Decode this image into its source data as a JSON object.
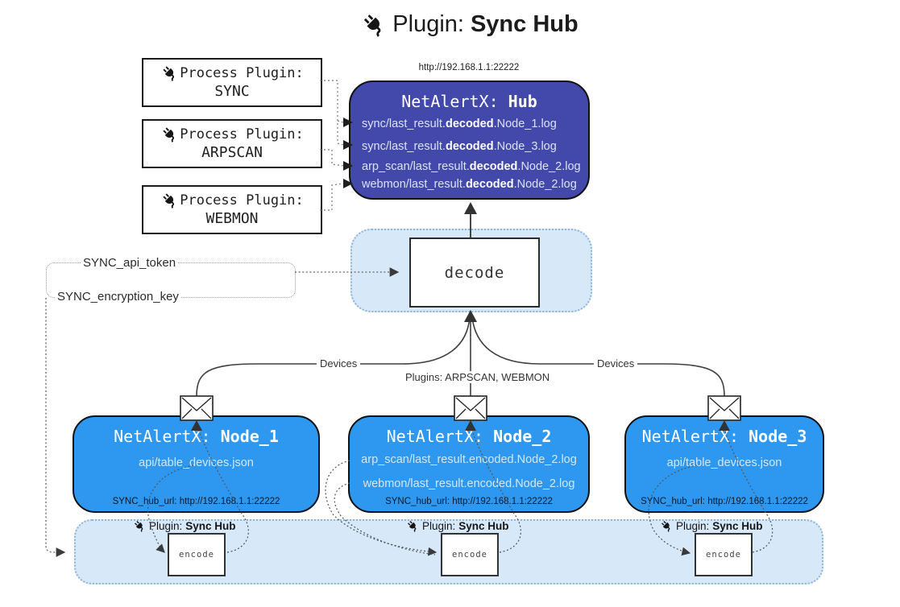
{
  "title": {
    "label": "Plugin:",
    "name": "Sync Hub"
  },
  "hub": {
    "url": "http://192.168.1.1:22222",
    "name_prefix": "NetAlertX:",
    "name": "Hub",
    "files": [
      {
        "pre": "sync/last_result.",
        "bold": "decoded",
        "post": ".Node_1.log"
      },
      {
        "pre": "sync/last_result.",
        "bold": "decoded",
        "post": ".Node_3.log"
      },
      {
        "pre": "arp_scan/last_result.",
        "bold": "decoded",
        "post": ".Node_2.log"
      },
      {
        "pre": "webmon/last_result.",
        "bold": "decoded",
        "post": ".Node_2.log"
      }
    ]
  },
  "process_plugins": [
    {
      "label": "Process Plugin:",
      "name": "SYNC"
    },
    {
      "label": "Process Plugin:",
      "name": "ARPSCAN"
    },
    {
      "label": "Process Plugin:",
      "name": "WEBMON"
    }
  ],
  "settings": {
    "api_token": "SYNC_api_token",
    "encryption_key": "SYNC_encryption_key"
  },
  "decode": {
    "label": "decode"
  },
  "edges": {
    "devices_left": "Devices",
    "devices_right": "Devices",
    "plugins": "Plugins: ARPSCAN, WEBMON"
  },
  "nodes": [
    {
      "name_prefix": "NetAlertX:",
      "name": "Node_1",
      "files": [
        "api/table_devices.json"
      ],
      "hub_url": "SYNC_hub_url: http://192.168.1.1:22222"
    },
    {
      "name_prefix": "NetAlertX:",
      "name": "Node_2",
      "files": [
        "arp_scan/last_result.encoded.Node_2.log",
        "webmon/last_result.encoded.Node_2.log"
      ],
      "hub_url": "SYNC_hub_url: http://192.168.1.1:22222"
    },
    {
      "name_prefix": "NetAlertX:",
      "name": "Node_3",
      "files": [
        "api/table_devices.json"
      ],
      "hub_url": "SYNC_hub_url: http://192.168.1.1:22222"
    }
  ],
  "encoders": [
    {
      "label": "Plugin:",
      "name": "Sync Hub",
      "box": "encode"
    },
    {
      "label": "Plugin:",
      "name": "Sync Hub",
      "box": "encode"
    },
    {
      "label": "Plugin:",
      "name": "Sync Hub",
      "box": "encode"
    }
  ],
  "colors": {
    "hub": "#4249ab",
    "node": "#2e97ef",
    "panel": "#d7e8f9",
    "panel_border": "#8fb4da"
  }
}
